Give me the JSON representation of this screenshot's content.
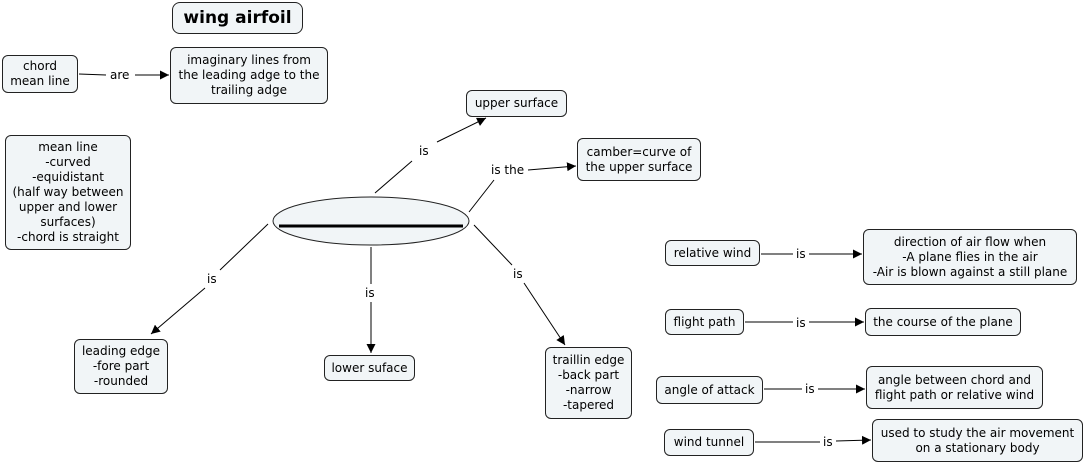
{
  "title": "wing airfoil",
  "nodes": {
    "chord": "chord\nmean line",
    "imaginary": "imaginary lines from\nthe leading adge to the\ntrailing adge",
    "meanline": "mean line\n-curved\n-equidistant\n(half way between\nupper and lower\nsurfaces)\n-chord is straight",
    "upper": "upper surface",
    "camber": "camber=curve of\nthe upper surface",
    "leading": "leading edge\n-fore part\n-rounded",
    "lower": "lower suface",
    "trailing": "traillin edge\n-back part\n-narrow\n-tapered",
    "relwind": "relative wind",
    "relwind_def": "direction of air flow when\n-A plane flies in the air\n-Air is blown against a still plane",
    "flightpath": "flight path",
    "flightpath_def": "the course of the plane",
    "aoa": "angle of attack",
    "aoa_def": "angle between chord and\nflight path or relative wind",
    "tunnel": "wind tunnel",
    "tunnel_def": "used to study the air movement\non a stationary body"
  },
  "links": {
    "are": "are",
    "is_upper": "is",
    "is_the": "is the",
    "is_leading": "is",
    "is_lower": "is",
    "is_trailing": "is",
    "is_relwind": "is",
    "is_flightpath": "is",
    "is_aoa": "is",
    "is_tunnel": "is"
  }
}
